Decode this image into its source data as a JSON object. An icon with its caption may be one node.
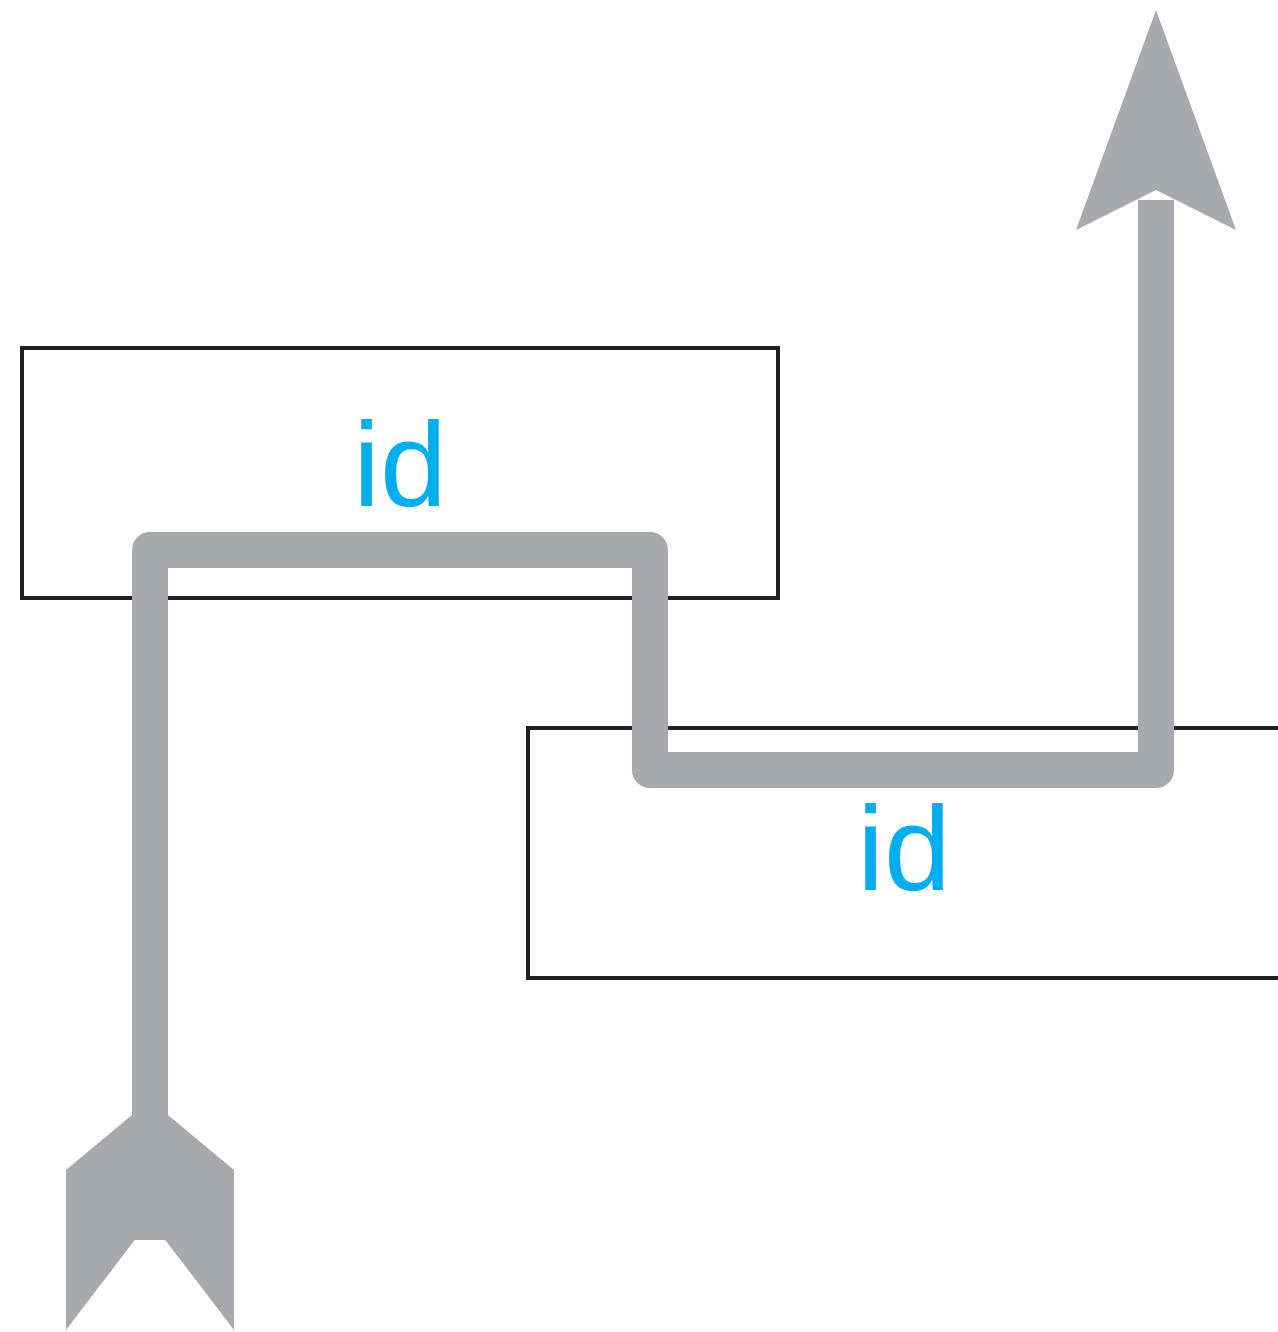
{
  "diagram": {
    "nodes": [
      {
        "text": [
          "id"
        ]
      },
      {
        "text": [
          "id"
        ]
      }
    ],
    "edges": [
      {
        "from": null,
        "to": 0,
        "arrow": "other"
      },
      {
        "from": 0,
        "to": 1,
        "arrow": "none"
      },
      {
        "from": 1,
        "to": null,
        "arrow": "to"
      }
    ]
  }
}
